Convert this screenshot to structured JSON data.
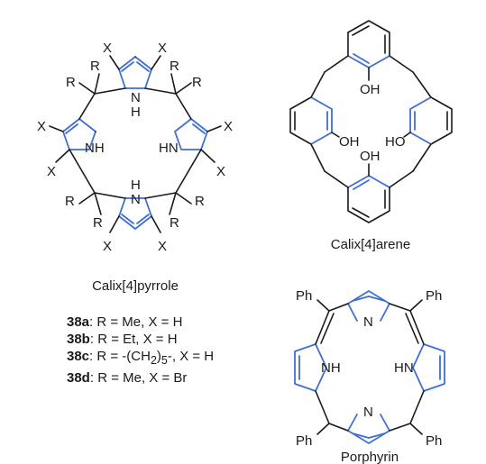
{
  "calixpyrrole": {
    "caption": "Calix[4]pyrrole",
    "substituent_r": "R",
    "substituent_x": "X",
    "nh": "NH",
    "hn": "HN",
    "n": "N",
    "h": "H"
  },
  "calixarene": {
    "caption": "Calix[4]arene",
    "oh": "OH",
    "ho": "HO"
  },
  "porphyrin": {
    "caption": "Porphyrin",
    "ph": "Ph",
    "nh": "NH",
    "hn": "HN",
    "n": "N"
  },
  "compounds": [
    {
      "id": "38a",
      "desc": ": R = Me, X = H"
    },
    {
      "id": "38b",
      "desc": ": R = Et, X = H"
    },
    {
      "id": "38c",
      "desc_pre": ": R = -(CH",
      "sub": "2",
      "desc_mid": ")",
      "sup": "5",
      "desc_post": "-, X = H"
    },
    {
      "id": "38d",
      "desc": ": R = Me, X = Br"
    }
  ],
  "colors": {
    "ring_accent": "#3f6fd2",
    "bond": "#1a1a1a"
  }
}
